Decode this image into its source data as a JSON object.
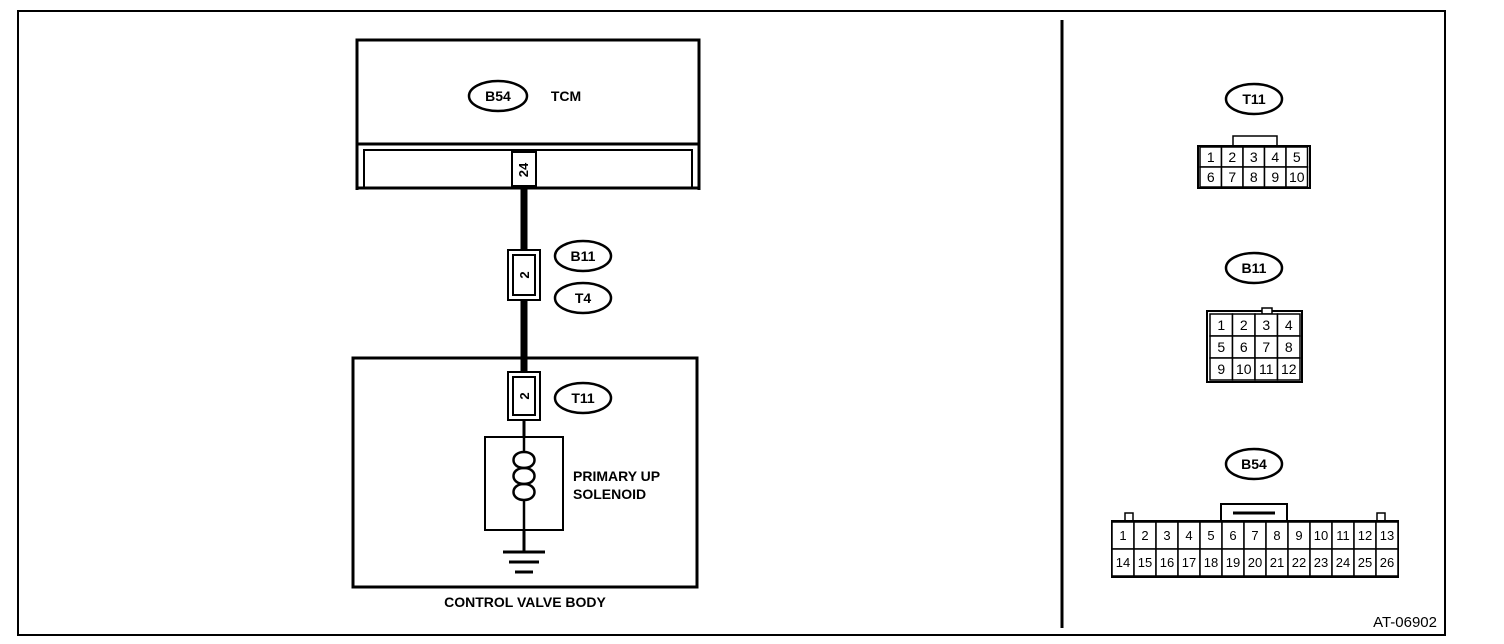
{
  "schematic": {
    "tcm": {
      "connector_id": "B54",
      "label": "TCM",
      "pin": "24"
    },
    "harness": {
      "connector_ids": [
        "B11",
        "T4"
      ],
      "pin": "2"
    },
    "valve_body": {
      "connector_id": "T11",
      "pin": "2",
      "solenoid_label_line1": "PRIMARY UP",
      "solenoid_label_line2": "SOLENOID",
      "label": "CONTROL VALVE BODY"
    }
  },
  "connectors": {
    "t11": {
      "id": "T11",
      "rows": [
        [
          "1",
          "2",
          "3",
          "4",
          "5"
        ],
        [
          "6",
          "7",
          "8",
          "9",
          "10"
        ]
      ]
    },
    "b11": {
      "id": "B11",
      "rows": [
        [
          "1",
          "2",
          "3",
          "4"
        ],
        [
          "5",
          "6",
          "7",
          "8"
        ],
        [
          "9",
          "10",
          "11",
          "12"
        ]
      ]
    },
    "b54": {
      "id": "B54",
      "rows": [
        [
          "1",
          "2",
          "3",
          "4",
          "5",
          "6",
          "7",
          "8",
          "9",
          "10",
          "11",
          "12",
          "13"
        ],
        [
          "14",
          "15",
          "16",
          "17",
          "18",
          "19",
          "20",
          "21",
          "22",
          "23",
          "24",
          "25",
          "26"
        ]
      ]
    }
  },
  "figure_code": "AT-06902"
}
